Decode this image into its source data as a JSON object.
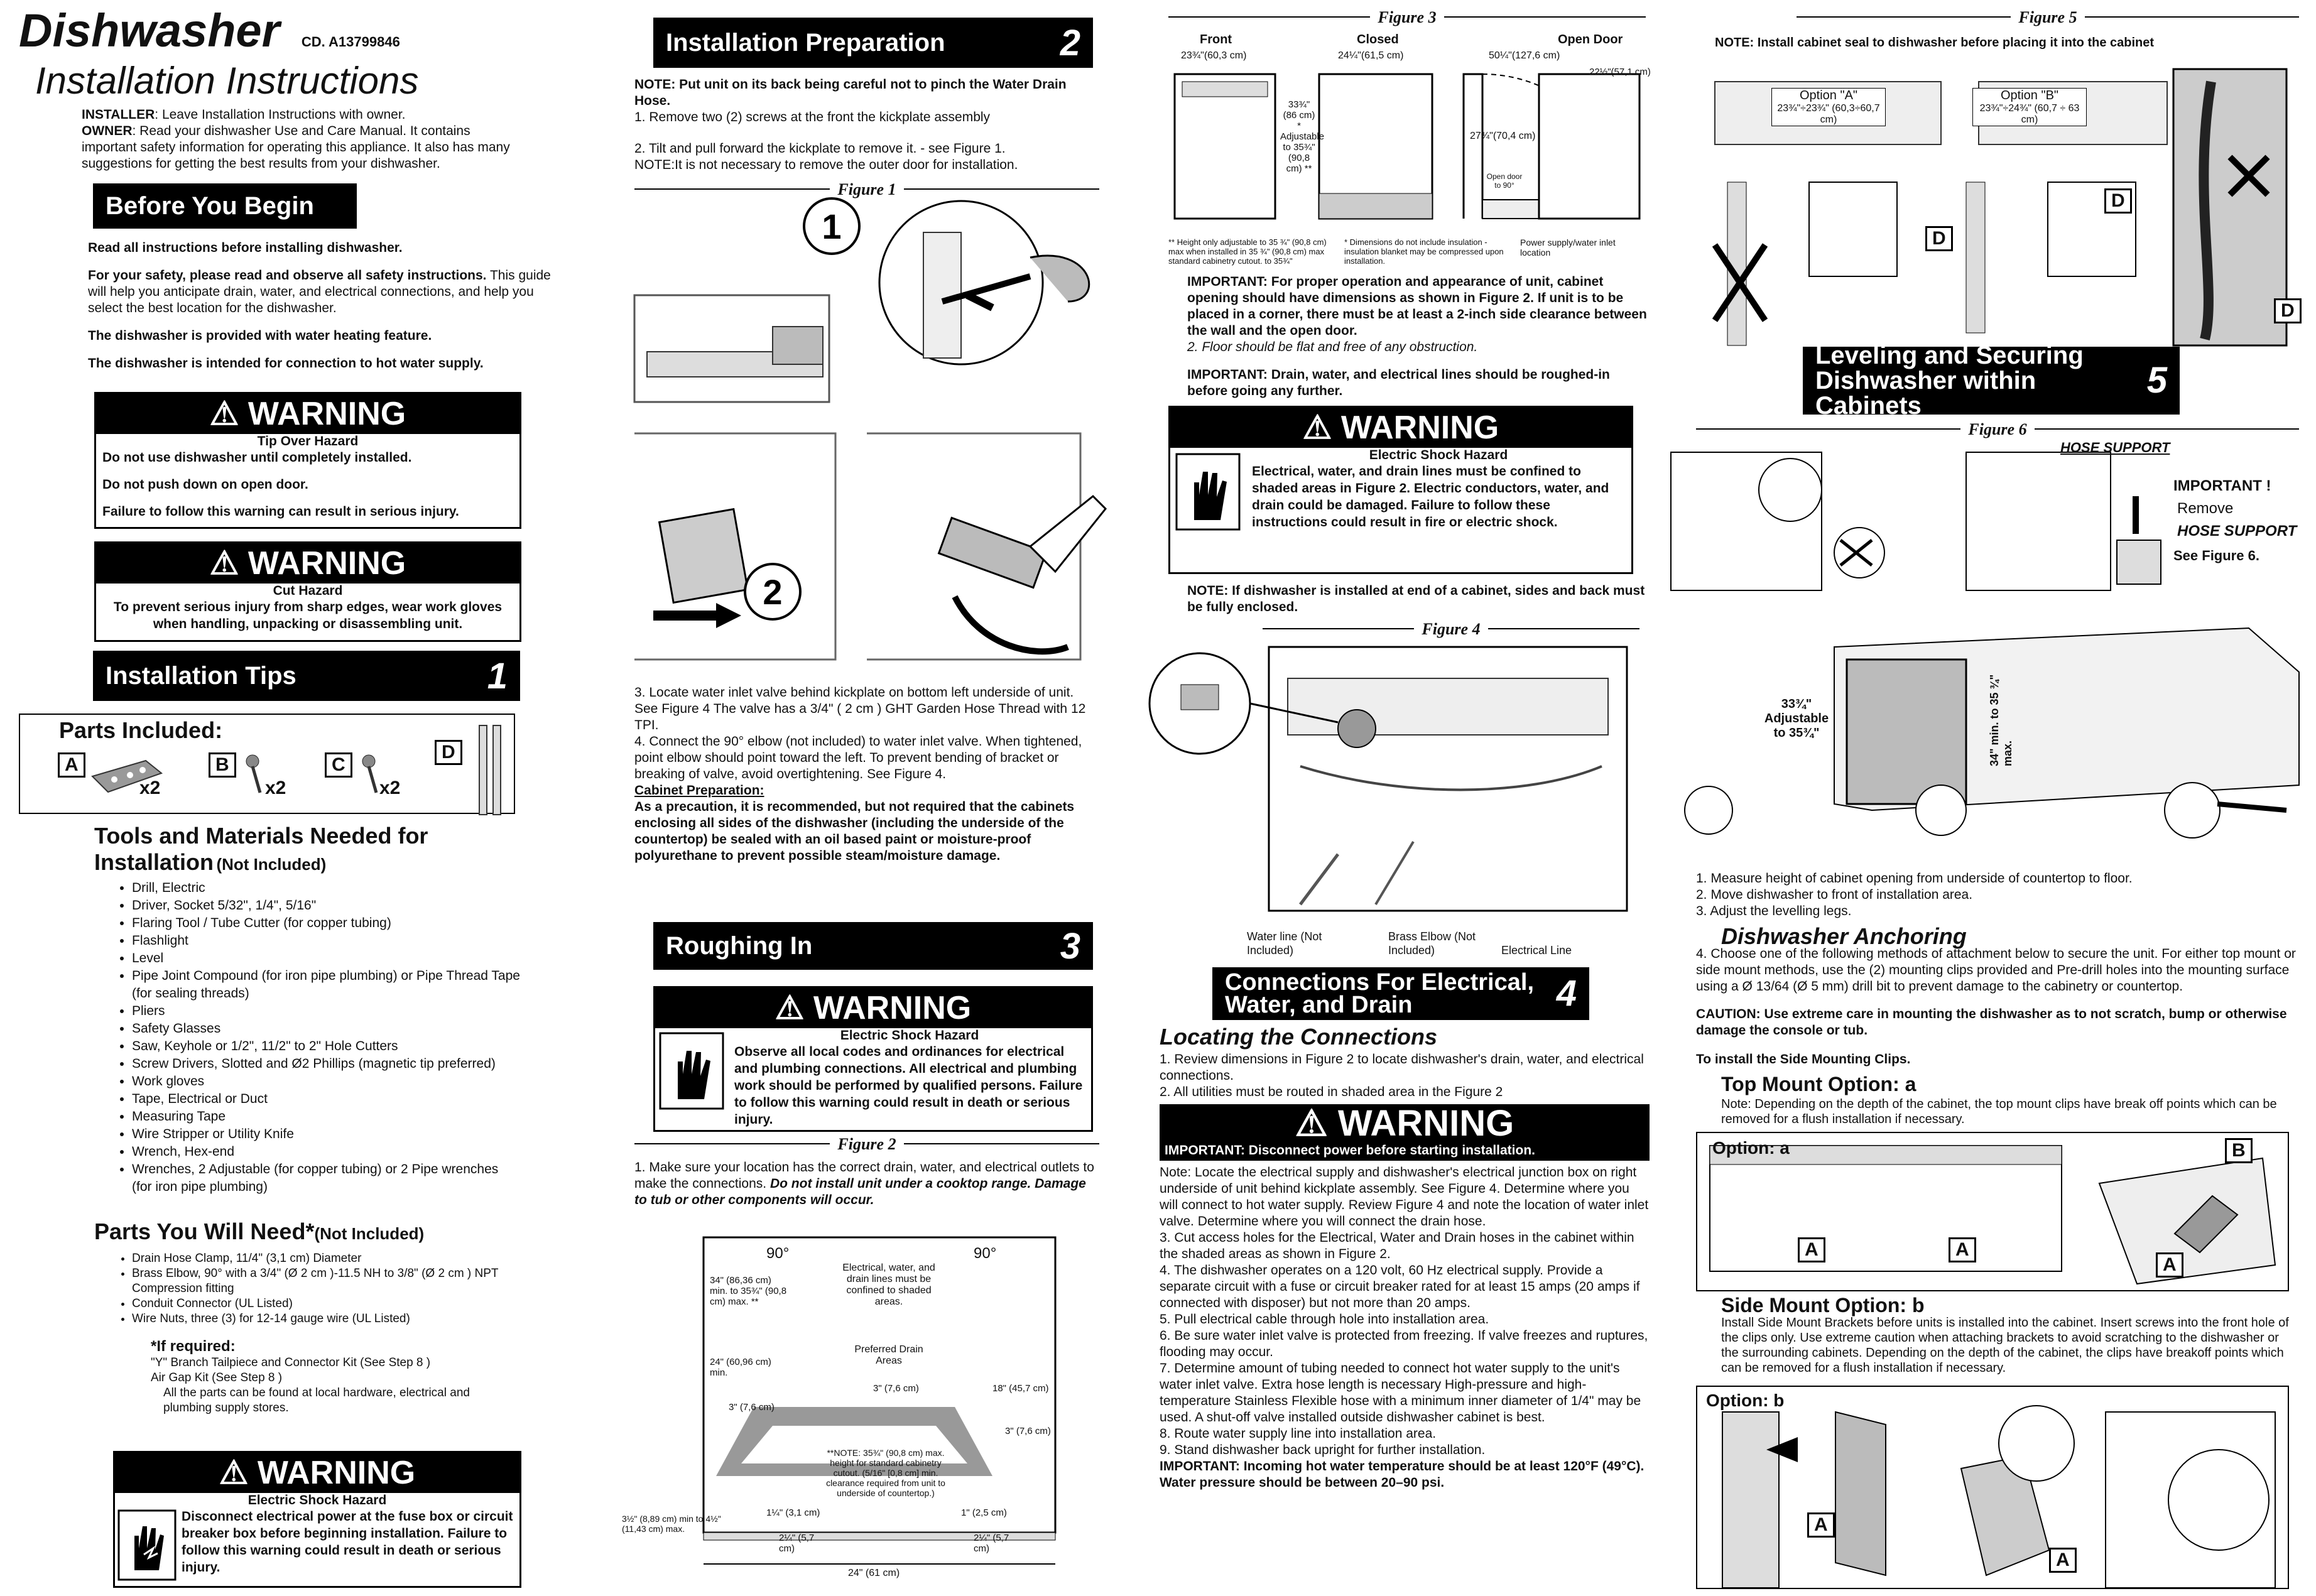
{
  "header": {
    "title": "Dishwasher",
    "code": "CD. A13799846",
    "subtitle": "Installation Instructions",
    "installer_label": "INSTALLER",
    "installer_text": ": Leave Installation Instructions with owner.",
    "owner_label": "OWNER",
    "owner_text": ": Read your dishwasher Use and Care Manual. It contains important safety information for operating this appliance. It also has many suggestions for getting the best results from your dishwasher."
  },
  "before": {
    "title": "Before You Begin",
    "p1": "Read all instructions before installing dishwasher.",
    "p2a": "For your safety, please read and observe all safety instructions.",
    "p2b": " This guide will help you anticipate drain, water, and electrical connections, and help you select the best location for the dishwasher.",
    "p3": "The dishwasher is provided with water heating feature.",
    "p4": "The dishwasher is intended for connection to hot water supply."
  },
  "warn_tip": {
    "head": "WARNING",
    "title": "Tip Over Hazard",
    "l1": "Do not use dishwasher until completely installed.",
    "l2": "Do not push down on open door.",
    "l3": "Failure to follow this warning can result in serious injury."
  },
  "warn_cut": {
    "head": "WARNING",
    "title": "Cut Hazard",
    "l1": "To prevent serious injury from sharp edges, wear work gloves when handling, unpacking or disassembling unit."
  },
  "tips": {
    "title": "Installation Tips",
    "num": "1",
    "parts_title": "Parts Included:",
    "parts": [
      {
        "letter": "A",
        "qty": "x2"
      },
      {
        "letter": "B",
        "qty": "x2"
      },
      {
        "letter": "C",
        "qty": "x2"
      },
      {
        "letter": "D",
        "qty": ""
      }
    ]
  },
  "tools": {
    "title": "Tools and Materials Needed for",
    "title2": "Installation",
    "not_incl": "(Not Included)",
    "items": [
      "Drill, Electric",
      "Driver, Socket 5/32\", 1/4\", 5/16\"",
      "Flaring Tool / Tube Cutter (for copper tubing)",
      "Flashlight",
      "Level",
      "Pipe Joint Compound (for iron pipe plumbing) or Pipe Thread Tape (for sealing threads)",
      "Pliers",
      "Safety Glasses",
      "Saw, Keyhole or 1/2\", 11/2\" to 2\" Hole Cutters",
      "Screw Drivers, Slotted and Ø2 Phillips (magnetic tip preferred)",
      "Work gloves",
      "Tape, Electrical or Duct",
      "Measuring Tape",
      "Wire Stripper or Utility Knife",
      "Wrench, Hex-end",
      "Wrenches, 2 Adjustable (for copper tubing) or 2 Pipe wrenches (for iron pipe plumbing)"
    ]
  },
  "need": {
    "title": "Parts You Will Need*",
    "not_incl": "(Not Included)",
    "items": [
      "Drain Hose Clamp, 11/4\" (3,1 cm) Diameter",
      "Brass Elbow, 90° with a 3/4\" (Ø 2 cm )-11.5 NH to 3/8\" (Ø 2 cm ) NPT Compression fitting",
      "Conduit Connector (UL Listed)",
      "Wire Nuts, three (3) for 12-14 gauge wire (UL Listed)"
    ],
    "if_req": "*If required:",
    "req1": "\"Y\" Branch Tailpiece and Connector Kit (See Step 8 )",
    "req2": "Air Gap Kit (See Step 8 )",
    "req3": "All the parts can be found at local hardware, electrical and plumbing supply stores."
  },
  "warn_elec1": {
    "head": "WARNING",
    "title": "Electric Shock Hazard",
    "body": "Disconnect electrical power at the fuse box or circuit breaker box before beginning installation. Failure to follow this warning could result in death or serious injury."
  },
  "prep": {
    "title": "Installation Preparation",
    "num": "2",
    "note": "NOTE: Put unit on its back being careful not to pinch the Water Drain Hose.",
    "s1": "1.   Remove two (2) screws at the front the kickplate assembly",
    "s2": "2.   Tilt and pull forward the kickplate to remove it. - see Figure 1.",
    "note2": "NOTE:It is not necessary to remove the outer door for installation.",
    "fig": "Figure 1",
    "s3": "3.   Locate water inlet valve behind kickplate on bottom left underside of unit. See Figure 4 The valve has a 3/4\" ( 2 cm ) GHT Garden Hose Thread with 12 TPI.",
    "s4": "4.   Connect the 90° elbow (not included) to water inlet valve. When tightened, point elbow should point toward the left. To prevent bending of bracket or breaking of valve, avoid overtightening. See Figure 4.",
    "cab_title": "Cabinet Preparation:",
    "cab_text": "As a precaution, it is recommended, but not required that the cabinets enclosing all sides of the dishwasher (including the underside of the countertop) be sealed with an oil based paint or moisture-proof polyurethane to prevent possible steam/moisture damage."
  },
  "rough": {
    "title": "Roughing In",
    "num": "3",
    "warn_head": "WARNING",
    "warn_title": "Electric Shock Hazard",
    "warn_body": "Observe all local codes and ordinances for electrical and plumbing connections. All electrical and plumbing work should be performed by qualified persons. Failure to follow this warning could result in death or serious injury.",
    "fig": "Figure 2",
    "s1a": "1.   Make sure your location has the correct drain, water, and electrical outlets to make the connections.",
    "s1b": " Do not install unit under a cooktop range. Damage to tub or other components will occur."
  },
  "fig2": {
    "deg_l": "90°",
    "deg_r": "90°",
    "h": "34\" (86,36 cm) min. to 35¾\" (90,8 cm) max. **",
    "h24": "24\" (60,96 cm) min.",
    "areas": "Electrical, water, and drain lines must be confined to shaded areas.",
    "pref": "Preferred Drain Areas",
    "d3": "3\" (7,6 cm)",
    "d3l": "3\" (7,6 cm)",
    "d3r": "3\" (7,6 cm)",
    "d18": "18\" (45,7 cm)",
    "note": "**NOTE: 35¾\" (90,8 cm) max. height for standard cabinetry cutout. (5/16\" [0,8 cm] min. clearance required from unit to underside of countertop.)",
    "d3half": "3½\" (8,89 cm) min to 4½\"(11,43 cm) max.",
    "d1": "1¼\" (3,1 cm)",
    "d1r": "1\" (2,5 cm)",
    "d2l": "2¼\" (5,7 cm)",
    "d2r": "2¼\" (5,7 cm)",
    "d24": "24\" (61 cm)"
  },
  "fig3": {
    "fig": "Figure 3",
    "front": "Front",
    "closed": "Closed",
    "open": "Open Door",
    "w1": "23¾\"(60,3 cm)",
    "w2": "24¼\"(61,5 cm)",
    "w3": "50¼\"(127,6 cm)",
    "w4": "22½\"(57,1 cm)",
    "h": "33¾\" (86 cm) * Adjustable to 35¾\" (90,8 cm) **",
    "d27": "27¾\"(70,4 cm)",
    "open90": "Open door to 90°",
    "n1": "** Height only adjustable to 35 ¾\" (90,8 cm) max when installed in 35 ¾\" (90,8 cm) max standard cabinetry cutout. to 35¾\"",
    "n2": "* Dimensions do not include insulation - insulation blanket may be compressed upon installation.",
    "n3": "Power supply/water inlet location"
  },
  "rough2": {
    "imp": "IMPORTANT: For proper operation and appearance of unit, cabinet opening should have dimensions as shown in Figure 2. If unit is to be placed in a corner, there must be at least a 2-inch side clearance between the wall and the open door.",
    "s2": "2.   Floor should be flat and free of any obstruction.",
    "imp2": "IMPORTANT:  Drain, water, and electrical lines should be roughed-in before going any further.",
    "warn_head": "WARNING",
    "warn_title": "Electric Shock Hazard",
    "warn_body": "Electrical, water, and drain lines must be confined to shaded areas in Figure 2. Electric conductors, water, and drain could be damaged. Failure to follow these instructions could result in fire or electric shock.",
    "note": "NOTE:  If dishwasher is installed at end of a cabinet, sides and back must be fully enclosed.",
    "fig": "Figure 4",
    "l1": "Water line (Not Included)",
    "l2": "Brass Elbow (Not Included)",
    "l3": "Electrical Line"
  },
  "conn": {
    "title": "Connections For Electrical, Water, and Drain",
    "num": "4",
    "sub": "Locating the Connections",
    "s1": "1.   Review dimensions in Figure 2  to locate dishwasher's drain, water, and electrical connections.",
    "s2": "2.   All utilities must be routed in shaded area in the Figure 2",
    "warn_head": "WARNING",
    "warn_imp": "IMPORTANT:  Disconnect power before starting installation.",
    "note": "Note: Locate the electrical supply and dishwasher's electrical junction box on right underside of unit behind kickplate assembly. See Figure 4. Determine where you will connect to hot water supply. Review Figure 4 and note the location of water inlet valve. Determine where you will connect the drain hose.",
    "s3": "3.   Cut access holes for the Electrical, Water and Drain hoses in the cabinet within the shaded areas as shown in Figure 2.",
    "s4": "4.   The dishwasher operates on a 120 volt, 60 Hz electrical supply. Provide a separate circuit with a fuse or circuit breaker rated for at least 15 amps (20 amps if connected with disposer) but not more than 20 amps.",
    "s5": "5.   Pull electrical cable through hole into installation area.",
    "s6": "6.   Be sure water inlet valve is protected from freezing. If valve freezes and ruptures, flooding may occur.",
    "s7": "7.   Determine amount of tubing needed to connect hot water supply to the unit's water inlet valve. Extra hose length is necessary High-pressure and high-temperature Stainless Flexible hose with a minimum inner diameter of 1/4\" may be used. A shut-off valve installed outside dishwasher cabinet is best.",
    "s8": "8.   Route water supply line into installation area.",
    "s9": "9.   Stand dishwasher back upright for further installation.",
    "imp": "IMPORTANT: Incoming hot water temperature should be at least 120°F (49°C).  Water pressure should be between 20–90 psi."
  },
  "fig5": {
    "fig": "Figure 5",
    "note": "NOTE: Install cabinet seal to dishwasher before placing it into the cabinet",
    "optA": "Option \"A\"",
    "optA_dim": "23¾\"÷23¾\" (60,3÷60,7 cm)",
    "optB": "Option \"B\"",
    "optB_dim": "23¾\"÷24¾\" (60,7 ÷ 63 cm)",
    "d": "D"
  },
  "level": {
    "title": "Leveling and Securing Dishwasher within Cabinets",
    "num": "5",
    "fig": "Figure 6",
    "hose": "HOSE SUPPORT",
    "imp": "IMPORTANT !",
    "remove": "Remove",
    "hose2": "HOSE SUPPORT",
    "see": "See Figure 6.",
    "adj": "33¾\" Adjustable to 35¾\"",
    "minmax": "34\" min. to 35 ¾\" max.",
    "s1": "1.   Measure height of cabinet opening from underside of countertop to floor.",
    "s2": "2.   Move dishwasher to front of installation area.",
    "s3": "3.   Adjust the levelling legs.",
    "anch": "Dishwasher Anchoring",
    "s4": "4.   Choose one of the following methods of attachment below to secure the unit. For either top mount or side mount methods, use the (2) mounting clips provided and Pre-drill holes into the mounting surface using a Ø 13/64 (Ø 5 mm) drill bit to prevent damage to the cabinetry or countertop.",
    "caution": "CAUTION:  Use extreme care in mounting the dishwasher as to not scratch, bump or otherwise damage the console or tub.",
    "side_clips": "To install the Side Mounting Clips.",
    "top_title": "Top Mount Option: a",
    "top_note": "Note: Depending on the depth of the cabinet, the top mount clips have break off points which can be removed for a flush installation if necessary.",
    "opt_a": "Option: a",
    "side_title": "Side Mount Option: b",
    "side_text": "Install Side Mount Brackets before units is installed into the cabinet. Insert screws into the front hole of the clips only. Use extreme caution when attaching brackets to avoid scratching to the dishwasher or the surrounding cabinets. Depending on the depth of the cabinet, the clips have breakoff points which can be removed for a flush installation if necessary.",
    "opt_b": "Option: b"
  }
}
